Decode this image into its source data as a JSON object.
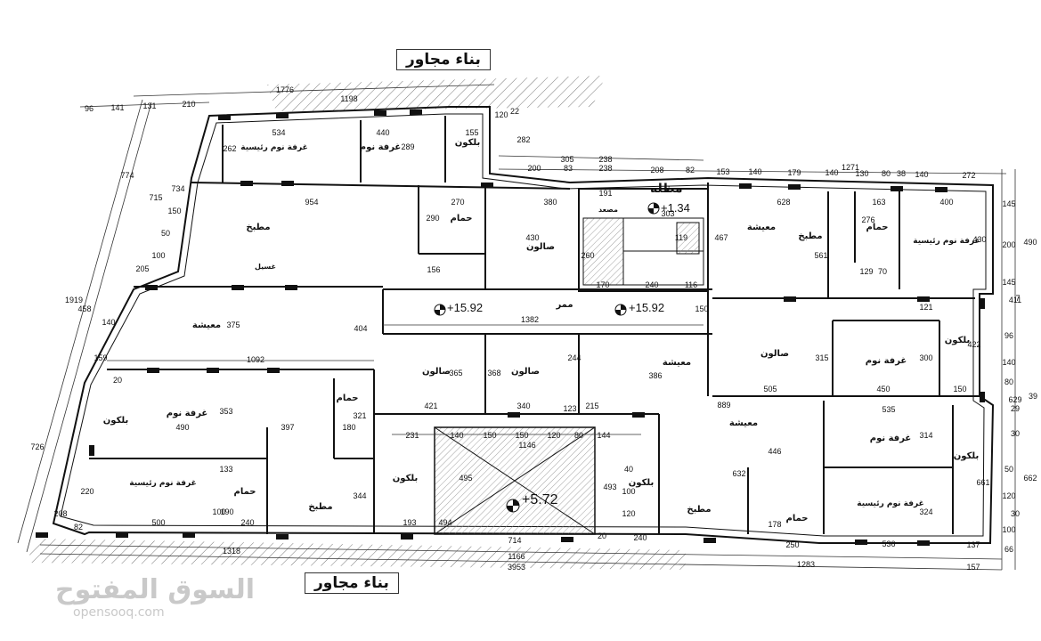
{
  "neighbor_top": "بناء مجاور",
  "neighbor_bottom": "بناء مجاور",
  "watermark": {
    "arabic": "السوق المفتوح",
    "latin": "opensooq.com"
  },
  "levels": {
    "roof_level": "+1.34",
    "corridor_left": "+15.92",
    "corridor_right": "+15.92",
    "void_level": "+5.72",
    "stair_label": "مظلة"
  },
  "rooms": {
    "bedroom_master_tl": "غرفة نوم رئيسية",
    "bedroom_tl": "غرفة نوم",
    "balcony_tl": "بلكون",
    "kitchen_tl": "مطبخ",
    "laundry": "غسيل",
    "living_left": "معيشة",
    "bath_top": "حمام",
    "salon_top": "صالون",
    "elevator": "مصعد",
    "corridor": "ممر",
    "living_right_top": "معيشة",
    "kitchen_right_top": "مطبخ",
    "bath_right_top": "حمام",
    "bedroom_master_tr": "غرفة نوم رئيسية",
    "balcony_tr": "بلكون",
    "salon_right": "صالون",
    "bedroom_right": "غرفة نوم",
    "salon_mid_left": "صالون",
    "salon_mid": "صالون",
    "living_mid": "معيشة",
    "bath_mid": "حمام",
    "bedroom_bl": "غرفة نوم",
    "balcony_bl": "بلكون",
    "bedroom_master_bl": "غرفة نوم رئيسية",
    "bath_bl": "حمام",
    "kitchen_bl": "مطبخ",
    "balcony_bc": "بلكون",
    "living_br": "معيشة",
    "kitchen_br": "مطبخ",
    "balcony_br2": "بلكون",
    "bath_br": "حمام",
    "bedroom_br": "غرفة نوم",
    "bedroom_master_br": "غرفة نوم رئيسية",
    "balcony_br": "بلكون"
  },
  "dims": {
    "top_1776": "1776",
    "top_96": "96",
    "top_141": "141",
    "top_131": "131",
    "top_210": "210",
    "top_1198": "1198",
    "top_534": "534",
    "top_440": "440",
    "top_155": "155",
    "top_120": "120",
    "top_22": "22",
    "top_282": "282",
    "top_262": "262",
    "top_289": "289",
    "top_954": "954",
    "top_270": "270",
    "top_380": "380",
    "top_290": "290",
    "top_430": "430",
    "top_156": "156",
    "top_191": "191",
    "top_303": "303",
    "top_170": "170",
    "top_240": "240",
    "top_116": "116",
    "top_467": "467",
    "top_260": "260",
    "top_119": "119",
    "r_305": "305",
    "r_238a": "238",
    "r_1271": "1271",
    "r_200": "200",
    "r_83": "83",
    "r_238b": "238",
    "r_208": "208",
    "r_82": "82",
    "r_153": "153",
    "r_140a": "140",
    "r_179": "179",
    "r_140b": "140",
    "r_130": "130",
    "r_80": "80",
    "r_38": "38",
    "r_140c": "140",
    "r_272": "272",
    "r_628": "628",
    "r_163": "163",
    "r_400": "400",
    "r_276": "276",
    "r_561": "561",
    "r_129": "129",
    "r_70": "70",
    "r_430": "430",
    "r_200v": "200",
    "r_145": "145",
    "r_490": "490",
    "r_411": "411",
    "r_145b": "145",
    "r_7": "7",
    "r_121": "121",
    "r_315": "315",
    "r_300": "300",
    "r_422": "422",
    "r_505": "505",
    "r_450": "450",
    "r_150": "150",
    "r_96": "96",
    "r_140d": "140",
    "r_80b": "80",
    "r_39": "39",
    "r_629": "629",
    "r_29": "29",
    "r_30": "30",
    "c_1382": "1382",
    "c_150": "150",
    "l_1092": "1092",
    "l_375": "375",
    "l_404": "404",
    "c_365": "365",
    "c_368": "368",
    "c_244": "244",
    "c_386": "386",
    "c_421": "421",
    "c_340": "340",
    "c_123": "123",
    "c_215": "215",
    "c_889": "889",
    "c_535": "535",
    "b_490": "490",
    "b_397": "397",
    "b_353": "353",
    "b_321": "321",
    "b_180": "180",
    "b_231": "231",
    "b_140": "140",
    "b_150a": "150",
    "b_150b": "150",
    "b_120": "120",
    "b_80": "80",
    "b_144": "144",
    "b_1146": "1146",
    "b_495": "495",
    "b_493": "493",
    "b_344": "344",
    "b_133": "133",
    "b_190": "190",
    "b_100": "100",
    "b_240": "240",
    "b_500": "500",
    "b_193": "193",
    "b_494": "494",
    "b_714": "714",
    "b_20": "20",
    "b_240b": "240",
    "b_632": "632",
    "b_446": "446",
    "b_178": "178",
    "b_250": "250",
    "b_536": "536",
    "b_324": "324",
    "b_314": "314",
    "b_661": "661",
    "b_137": "137",
    "b_208": "208",
    "b_82": "82",
    "b_1318": "1318",
    "b_1166": "1166",
    "b_3953": "3953",
    "b_1283": "1283",
    "b_157": "157",
    "b_662": "662",
    "b_100r": "100",
    "b_120r": "120",
    "b_50r": "50",
    "b_66": "66",
    "b_30r": "30",
    "b_120c": "120",
    "b_100c": "100",
    "b_40c": "40",
    "lft_774": "774",
    "lft_715": "715",
    "lft_1919": "1919",
    "lft_458": "458",
    "lft_726": "726",
    "lft_150": "150",
    "lft_100": "100",
    "lft_50": "50",
    "lft_159": "159",
    "lft_140": "140",
    "lft_205": "205",
    "lft_20": "20",
    "lft_220": "220",
    "lft_734": "734"
  }
}
